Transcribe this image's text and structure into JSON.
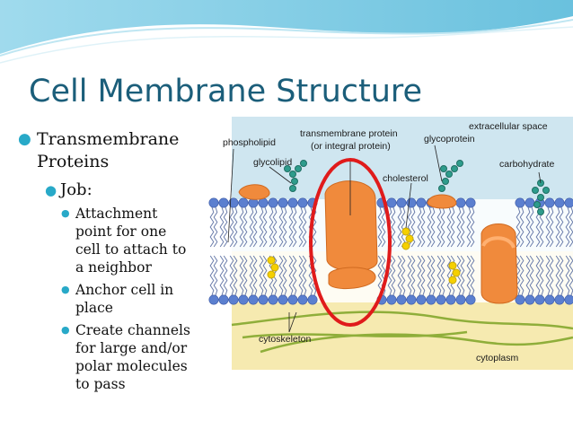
{
  "slide": {
    "title": "Cell Membrane Structure",
    "bullets": {
      "level1": [
        "Transmembrane",
        "Proteins"
      ],
      "level2": "Job:",
      "level3": [
        [
          "Attachment",
          "point for one",
          "cell to attach to",
          "a neighbor"
        ],
        [
          "Anchor cell in",
          "place"
        ],
        [
          "Create channels",
          "for large and/or",
          "polar molecules",
          "to pass"
        ]
      ]
    }
  },
  "figure": {
    "labels": {
      "phospholipid": "phospholipid",
      "glycolipid": "glycolipid",
      "transmembrane_1": "transmembrane protein",
      "transmembrane_2": "(or integral protein)",
      "extracellular": "extracellular space",
      "glycoprotein": "glycoprotein",
      "cholesterol": "cholesterol",
      "carbohydrate": "carbohydrate",
      "cytoskeleton": "cytoskeleton",
      "cytoplasm": "cytoplasm"
    },
    "colors": {
      "extracellular_bg": "#cfe6f0",
      "cytoplasm_bg": "#f6eab0",
      "head": "#5b7fcf",
      "protein": "#f08a3c",
      "cholesterol": "#f5d000",
      "sugar": "#2e9c8c",
      "highlight_ring": "#e01b1b"
    }
  }
}
